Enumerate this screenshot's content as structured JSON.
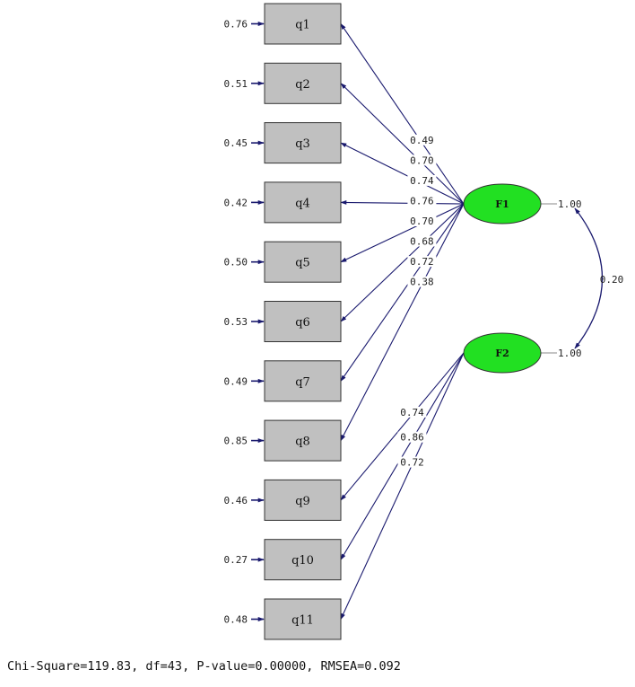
{
  "observed": [
    {
      "name": "q1",
      "error": "0.76"
    },
    {
      "name": "q2",
      "error": "0.51"
    },
    {
      "name": "q3",
      "error": "0.45"
    },
    {
      "name": "q4",
      "error": "0.42"
    },
    {
      "name": "q5",
      "error": "0.50"
    },
    {
      "name": "q6",
      "error": "0.53"
    },
    {
      "name": "q7",
      "error": "0.49"
    },
    {
      "name": "q8",
      "error": "0.85"
    },
    {
      "name": "q9",
      "error": "0.46"
    },
    {
      "name": "q10",
      "error": "0.27"
    },
    {
      "name": "q11",
      "error": "0.48"
    }
  ],
  "factors": [
    {
      "name": "F1",
      "variance": "1.00"
    },
    {
      "name": "F2",
      "variance": "1.00"
    }
  ],
  "loadings": [
    {
      "factor": "F1",
      "item": "q1",
      "value": "0.49"
    },
    {
      "factor": "F1",
      "item": "q2",
      "value": "0.70"
    },
    {
      "factor": "F1",
      "item": "q3",
      "value": "0.74"
    },
    {
      "factor": "F1",
      "item": "q4",
      "value": "0.76"
    },
    {
      "factor": "F1",
      "item": "q5",
      "value": "0.70"
    },
    {
      "factor": "F1",
      "item": "q6",
      "value": "0.68"
    },
    {
      "factor": "F1",
      "item": "q7",
      "value": "0.72"
    },
    {
      "factor": "F1",
      "item": "q8",
      "value": "0.38"
    },
    {
      "factor": "F2",
      "item": "q9",
      "value": "0.74"
    },
    {
      "factor": "F2",
      "item": "q10",
      "value": "0.86"
    },
    {
      "factor": "F2",
      "item": "q11",
      "value": "0.72"
    }
  ],
  "correlation": {
    "value": "0.20"
  },
  "fit_stats": "Chi-Square=119.83, df=43, P-value=0.00000, RMSEA=0.092",
  "colors": {
    "box_fill": "#c0c0c0",
    "factor_fill": "#22e022",
    "arrow": "#1a1a6e"
  }
}
